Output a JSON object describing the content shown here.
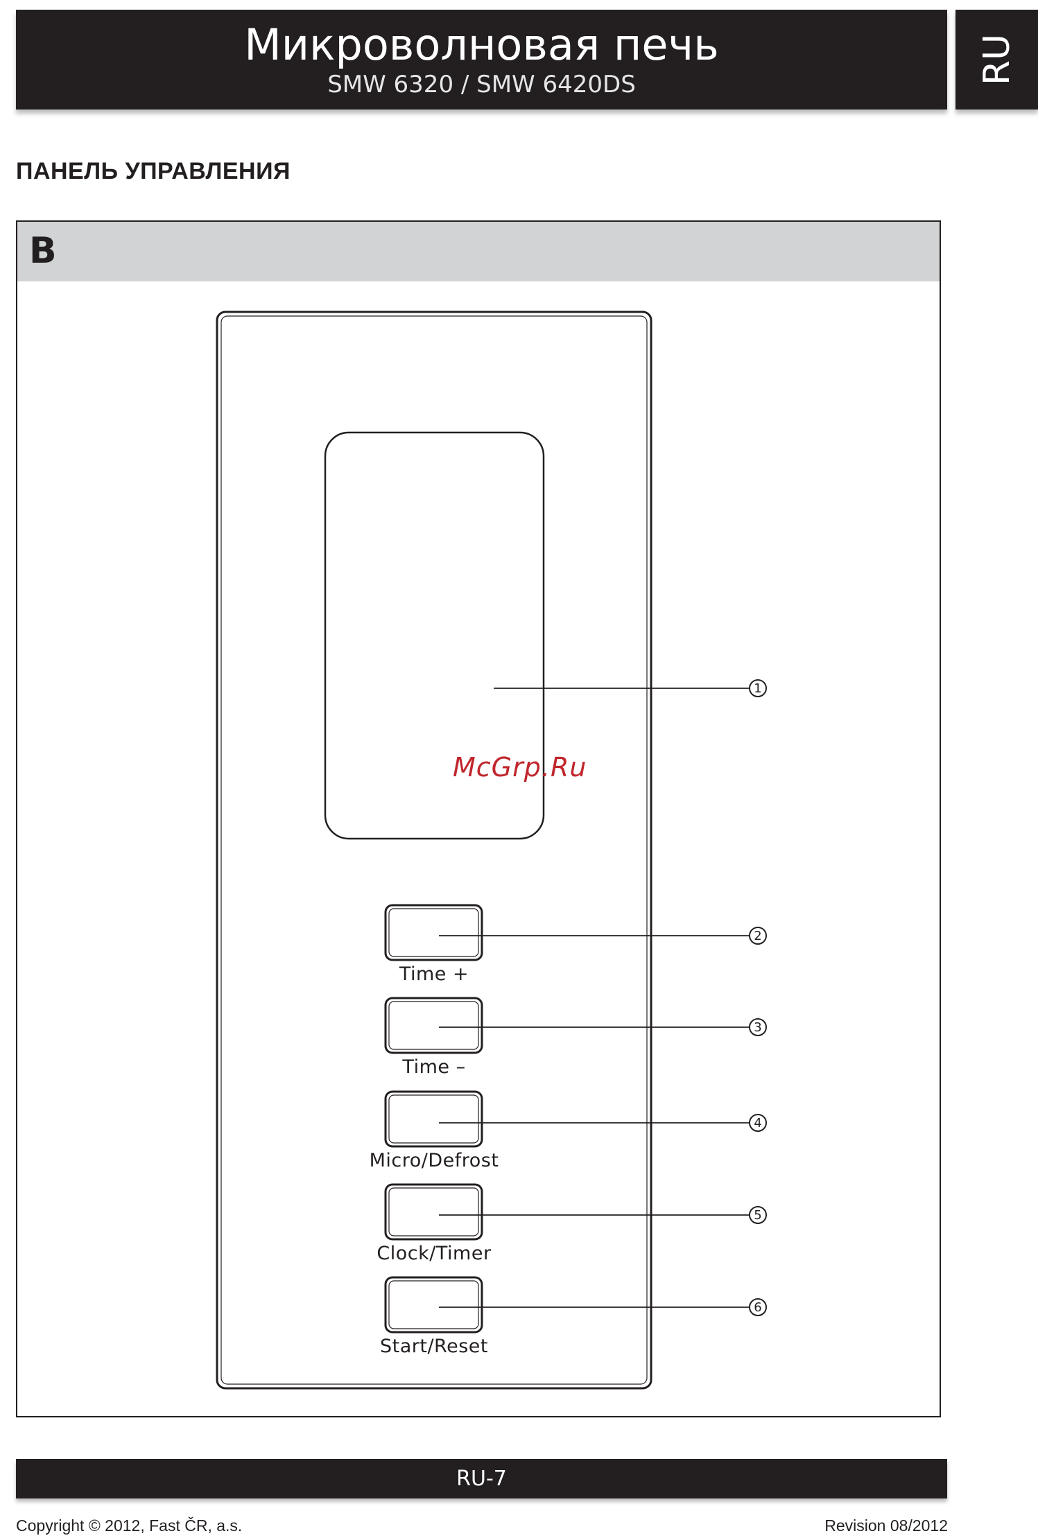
{
  "header": {
    "title": "Микроволновая печь",
    "subtitle": "SMW 6320 / SMW 6420DS",
    "language": "RU"
  },
  "section_heading": "ПАНЕЛЬ УПРАВЛЕНИЯ",
  "figure": {
    "label": "B",
    "watermark": "McGrp.Ru",
    "callouts": [
      {
        "number": "1",
        "target": "display"
      },
      {
        "number": "2",
        "target": "Time +"
      },
      {
        "number": "3",
        "target": "Time –"
      },
      {
        "number": "4",
        "target": "Micro/Defrost"
      },
      {
        "number": "5",
        "target": "Clock/Timer"
      },
      {
        "number": "6",
        "target": "Start/Reset"
      }
    ],
    "buttons": [
      {
        "label": "Time +"
      },
      {
        "label": "Time –"
      },
      {
        "label": "Micro/Defrost"
      },
      {
        "label": "Clock/Timer"
      },
      {
        "label": "Start/Reset"
      }
    ]
  },
  "footer": {
    "page_number": "RU-7",
    "copyright": "Copyright © 2012, Fast ČR, a.s.",
    "revision": "Revision 08/2012"
  }
}
